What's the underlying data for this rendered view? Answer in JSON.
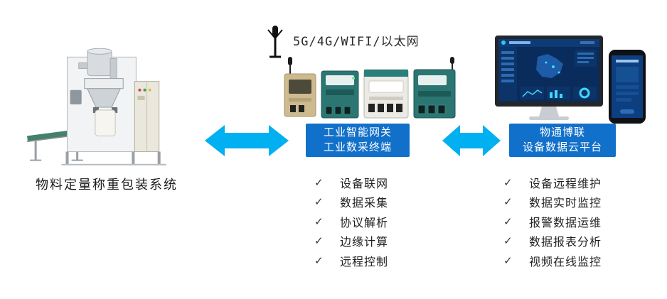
{
  "left": {
    "caption": "物料定量称重包装系统"
  },
  "middle": {
    "network_label": "5G/4G/WIFI/以太网",
    "gateway_box": {
      "line1": "工业智能网关",
      "line2": "工业数采终端"
    },
    "features": [
      "设备联网",
      "数据采集",
      "协议解析",
      "边缘计算",
      "远程控制"
    ]
  },
  "right": {
    "platform_box": {
      "line1": "物通博联",
      "line2": "设备数据云平台"
    },
    "features": [
      "设备远程维护",
      "数据实时监控",
      "报警数据运维",
      "数据报表分析",
      "视频在线监控"
    ]
  },
  "glyphs": {
    "check": "✓"
  },
  "colors": {
    "arrow": "#00b0f0",
    "box": "#1170c9"
  }
}
